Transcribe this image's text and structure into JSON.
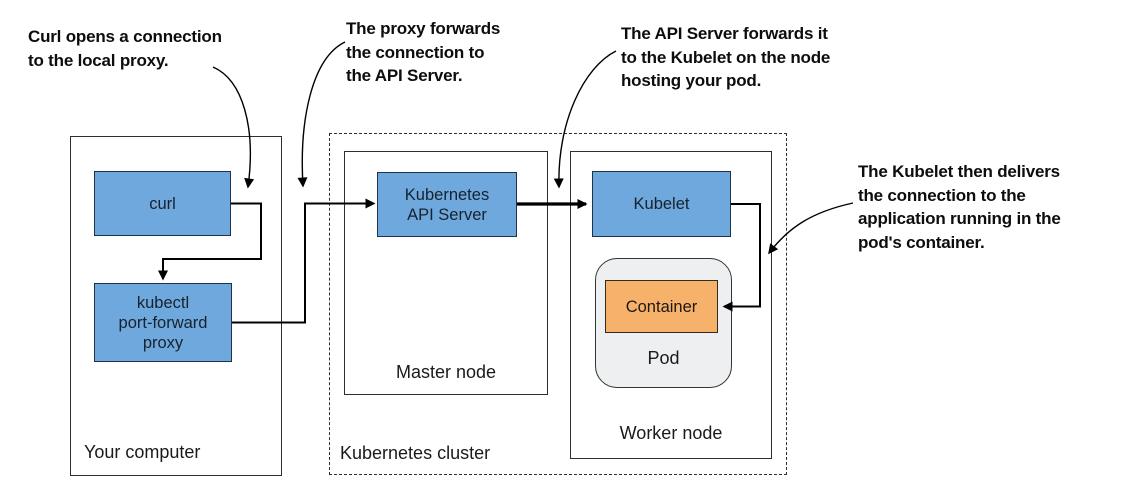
{
  "groups": {
    "your_computer": "Your computer",
    "kubernetes_cluster": "Kubernetes cluster",
    "master_node": "Master node",
    "worker_node": "Worker node",
    "pod": "Pod"
  },
  "nodes": {
    "curl": "curl",
    "proxy": "kubectl\nport-forward\nproxy",
    "api_server": "Kubernetes\nAPI Server",
    "kubelet": "Kubelet",
    "container": "Container"
  },
  "annotations": {
    "a1": "Curl opens a connection\nto the local proxy.",
    "a2": "The proxy forwards\nthe connection to\nthe API Server.",
    "a3": "The API Server forwards it\nto the Kubelet on the node\nhosting your pod.",
    "a4": "The Kubelet then delivers\nthe connection to the\napplication running in the\npod's container."
  },
  "colors": {
    "component_fill": "#6fa8dc",
    "component_border": "#1f3347",
    "container_fill": "#f6b26b",
    "pod_fill": "#edeff0",
    "line": "#000000",
    "background": "#ffffff"
  }
}
